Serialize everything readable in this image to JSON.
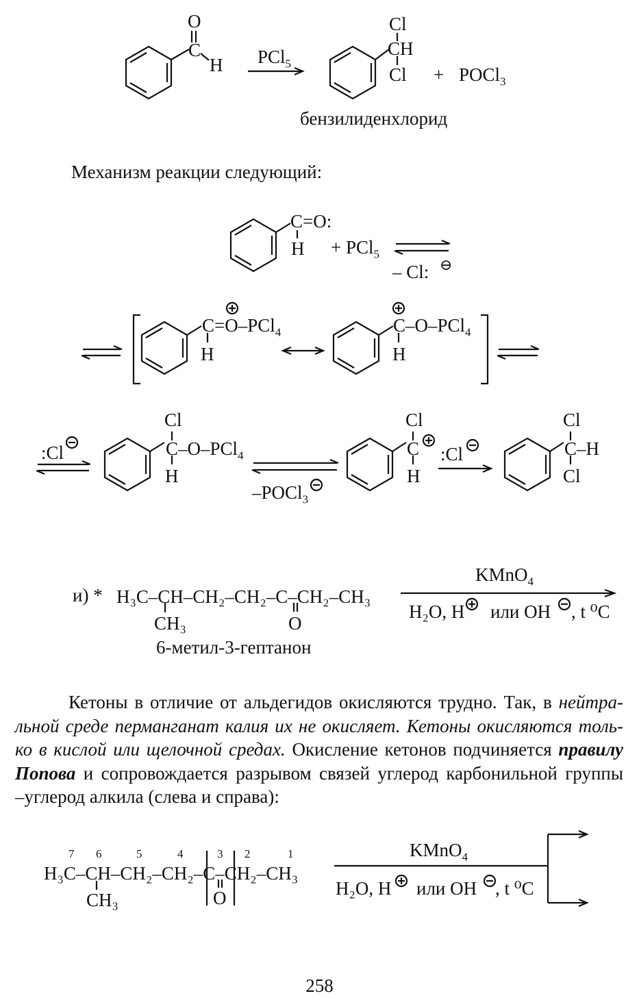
{
  "page_number": "258",
  "reaction1": {
    "reagent": "PCl",
    "reagent_sub": "5",
    "product_top": "Cl",
    "product_mid": "CH",
    "product_bot": "Cl",
    "plus": "+",
    "byproduct": "POCl",
    "byproduct_sub": "3",
    "aldehyde_o": "O",
    "aldehyde_c": "C",
    "aldehyde_h": "H",
    "product_name": "бензилиденхлорид"
  },
  "mechanism_intro": "Механизм реакции следующий:",
  "mechanism": {
    "step1_group": "C=O:",
    "step1_h": "H",
    "step1_reagent": "+ PCl",
    "step1_reagent_sub": "5",
    "step1_loss": "– Cl:",
    "res1_group": "C=O–PCl",
    "res1_sub": "4",
    "res2_group": "C–O–PCl",
    "res2_sub": "4",
    "h": "H",
    "cl_attack": ":Cl",
    "int_group": "C–O–PCl",
    "int_sub": "4",
    "int_cl": "Cl",
    "loss2": "–POCl",
    "loss2_sub": "3",
    "carbocation_c": "C",
    "carbocation_cl": "Cl",
    "cl_attack2": ":Cl",
    "final_cl_top": "Cl",
    "final_c": "C–H",
    "final_cl_bot": "Cl"
  },
  "example_i": {
    "label": "и) *",
    "formula": "H₃C–CH–CH₂–CH₂–C–CH₂–CH₃",
    "branch": "CH₃",
    "carbonyl_o": "O",
    "name": "6-метил-3-гептанон",
    "reagent_top": "KMnO",
    "reagent_top_sub": "4",
    "reagent_bottom": "H₂O, H",
    "reagent_bottom_2": "или OH",
    "reagent_bottom_3": ", t ⁰C"
  },
  "paragraph": {
    "l1a": "Кетоны в отличие от альдегидов окисляются трудно. Так, в",
    "l1b": "нейтра-",
    "l2": "льной среде перманганат калия их не окисляет. Кетоны окисляются толь-",
    "l3a": "ко в кислой или щелочной средах.",
    "l3b": "Окисление кетонов подчиняется",
    "l3c": "правилу",
    "l4a": "Попова",
    "l4b": "и сопровождается разрывом связей углерод карбонильной группы",
    "l5": "–углерод алкила (слева и справа):"
  },
  "example_numbered": {
    "numbers": [
      "7",
      "6",
      "5",
      "4",
      "3",
      "2",
      "1"
    ],
    "formula": "H₃C–CH–CH₂–CH₂–C–CH₂–CH₃",
    "branch": "CH₃",
    "carbonyl_o": "O",
    "reagent_top": "KMnO",
    "reagent_top_sub": "4",
    "reagent_bottom": "H₂O, H",
    "reagent_bottom_2": "или OH",
    "reagent_bottom_3": ", t ⁰C"
  }
}
